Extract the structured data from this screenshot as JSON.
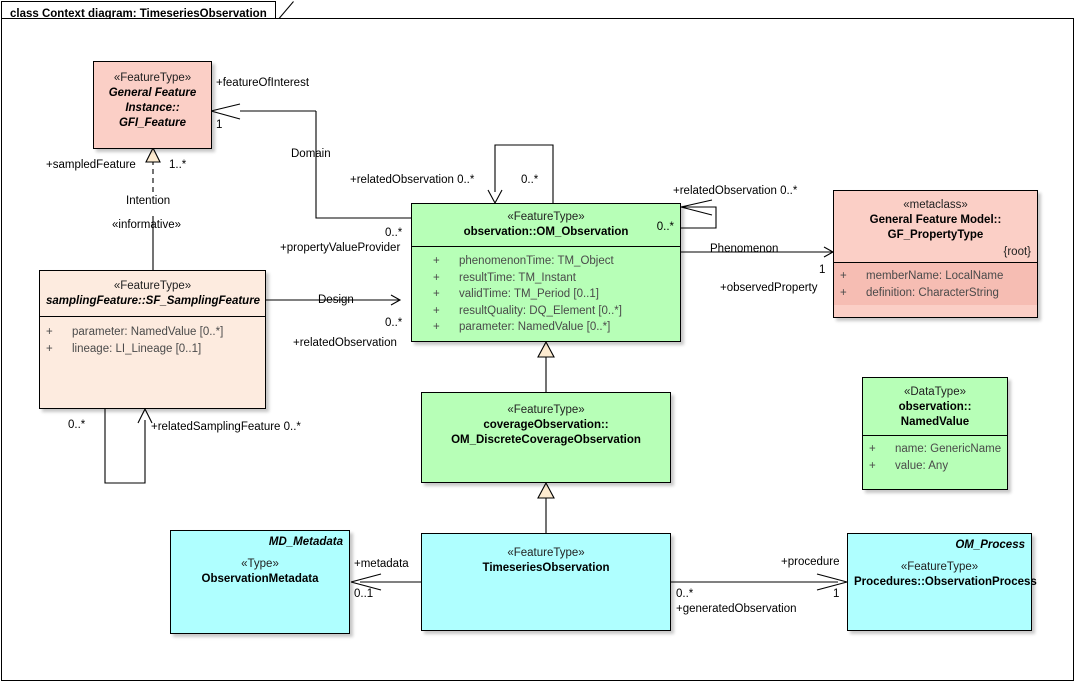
{
  "diagram": {
    "tab_label": "class Context diagram: TimeseriesObservation",
    "title": "Context diagram: TimeseriesObservation",
    "colors": {
      "pink_fill": "#FBCFC6",
      "pink_attr_fill": "#F6BDB3",
      "peach_fill": "#FDEBDF",
      "green_fill": "#B7FFB7",
      "cyan_fill": "#AFFFFF",
      "border": "#000000",
      "attr_text": "#4A4A4A"
    }
  },
  "classes": {
    "gfi_feature": {
      "stereotype": "«FeatureType»",
      "name_lines": [
        "General Feature",
        "Instance::",
        "GFI_Feature"
      ],
      "attributes": []
    },
    "sampling_feature": {
      "stereotype": "«FeatureType»",
      "name_lines": [
        "samplingFeature::SF_SamplingFeature"
      ],
      "attributes": [
        {
          "vis": "+",
          "text": "parameter: NamedValue [0..*]"
        },
        {
          "vis": "+",
          "text": "lineage: LI_Lineage [0..1]"
        }
      ]
    },
    "om_observation": {
      "stereotype": "«FeatureType»",
      "name_lines": [
        "observation::OM_Observation"
      ],
      "corner_multiplicity": "0..*",
      "attributes": [
        {
          "vis": "+",
          "text": "phenomenonTime: TM_Object"
        },
        {
          "vis": "+",
          "text": "resultTime: TM_Instant"
        },
        {
          "vis": "+",
          "text": "validTime: TM_Period [0..1]"
        },
        {
          "vis": "+",
          "text": "resultQuality: DQ_Element [0..*]"
        },
        {
          "vis": "+",
          "text": "parameter: NamedValue [0..*]"
        }
      ]
    },
    "gf_propertytype": {
      "stereotype": "«metaclass»",
      "name_lines": [
        "General Feature Model::",
        "GF_PropertyType"
      ],
      "constraint": "{root}",
      "attributes": [
        {
          "vis": "+",
          "text": "memberName: LocalName"
        },
        {
          "vis": "+",
          "text": "definition: CharacterString"
        }
      ]
    },
    "discrete_coverage_observation": {
      "stereotype": "«FeatureType»",
      "name_lines": [
        "coverageObservation::",
        "OM_DiscreteCoverageObservation"
      ],
      "attributes": []
    },
    "named_value": {
      "stereotype": "«DataType»",
      "name_lines": [
        "observation::",
        "NamedValue"
      ],
      "attributes": [
        {
          "vis": "+",
          "text": "name: GenericName"
        },
        {
          "vis": "+",
          "text": "value: Any"
        }
      ]
    },
    "observation_metadata": {
      "tag": "MD_Metadata",
      "stereotype": "«Type»",
      "name_lines": [
        "ObservationMetadata"
      ],
      "attributes": []
    },
    "timeseries_observation": {
      "stereotype": "«FeatureType»",
      "name_lines": [
        "TimeseriesObservation"
      ],
      "attributes": []
    },
    "observation_process": {
      "tag": "OM_Process",
      "stereotype": "«FeatureType»",
      "name_lines": [
        "Procedures::ObservationProcess"
      ],
      "attributes": []
    }
  },
  "connector_labels": {
    "feature_of_interest_role": "+featureOfInterest",
    "feature_of_interest_mult": "1",
    "domain_name": "Domain",
    "sampled_feature_role": "+sampledFeature",
    "sampled_feature_mult": "1..*",
    "intention_name": "Intention",
    "intention_stereotype": "«informative»",
    "related_observation_top_left": "+relatedObservation 0..*",
    "related_observation_top_mult": "0..*",
    "related_observation_right": "+relatedObservation 0..*",
    "property_value_provider_role": "+propertyValueProvider",
    "property_value_provider_mult": "0..*",
    "design_name": "Design",
    "related_observation_design_role": "+relatedObservation",
    "related_observation_design_mult": "0..*",
    "phenomenon_name": "Phenomenon",
    "observed_property_role": "+observedProperty",
    "observed_property_mult": "1",
    "related_sampling_feature_role": "+relatedSamplingFeature 0..*",
    "related_sampling_feature_mult": "0..*",
    "metadata_role": "+metadata",
    "metadata_mult": "0..1",
    "procedure_role": "+procedure",
    "procedure_mult": "1",
    "generated_observation_role": "+generatedObservation",
    "generated_observation_mult": "0..*"
  }
}
